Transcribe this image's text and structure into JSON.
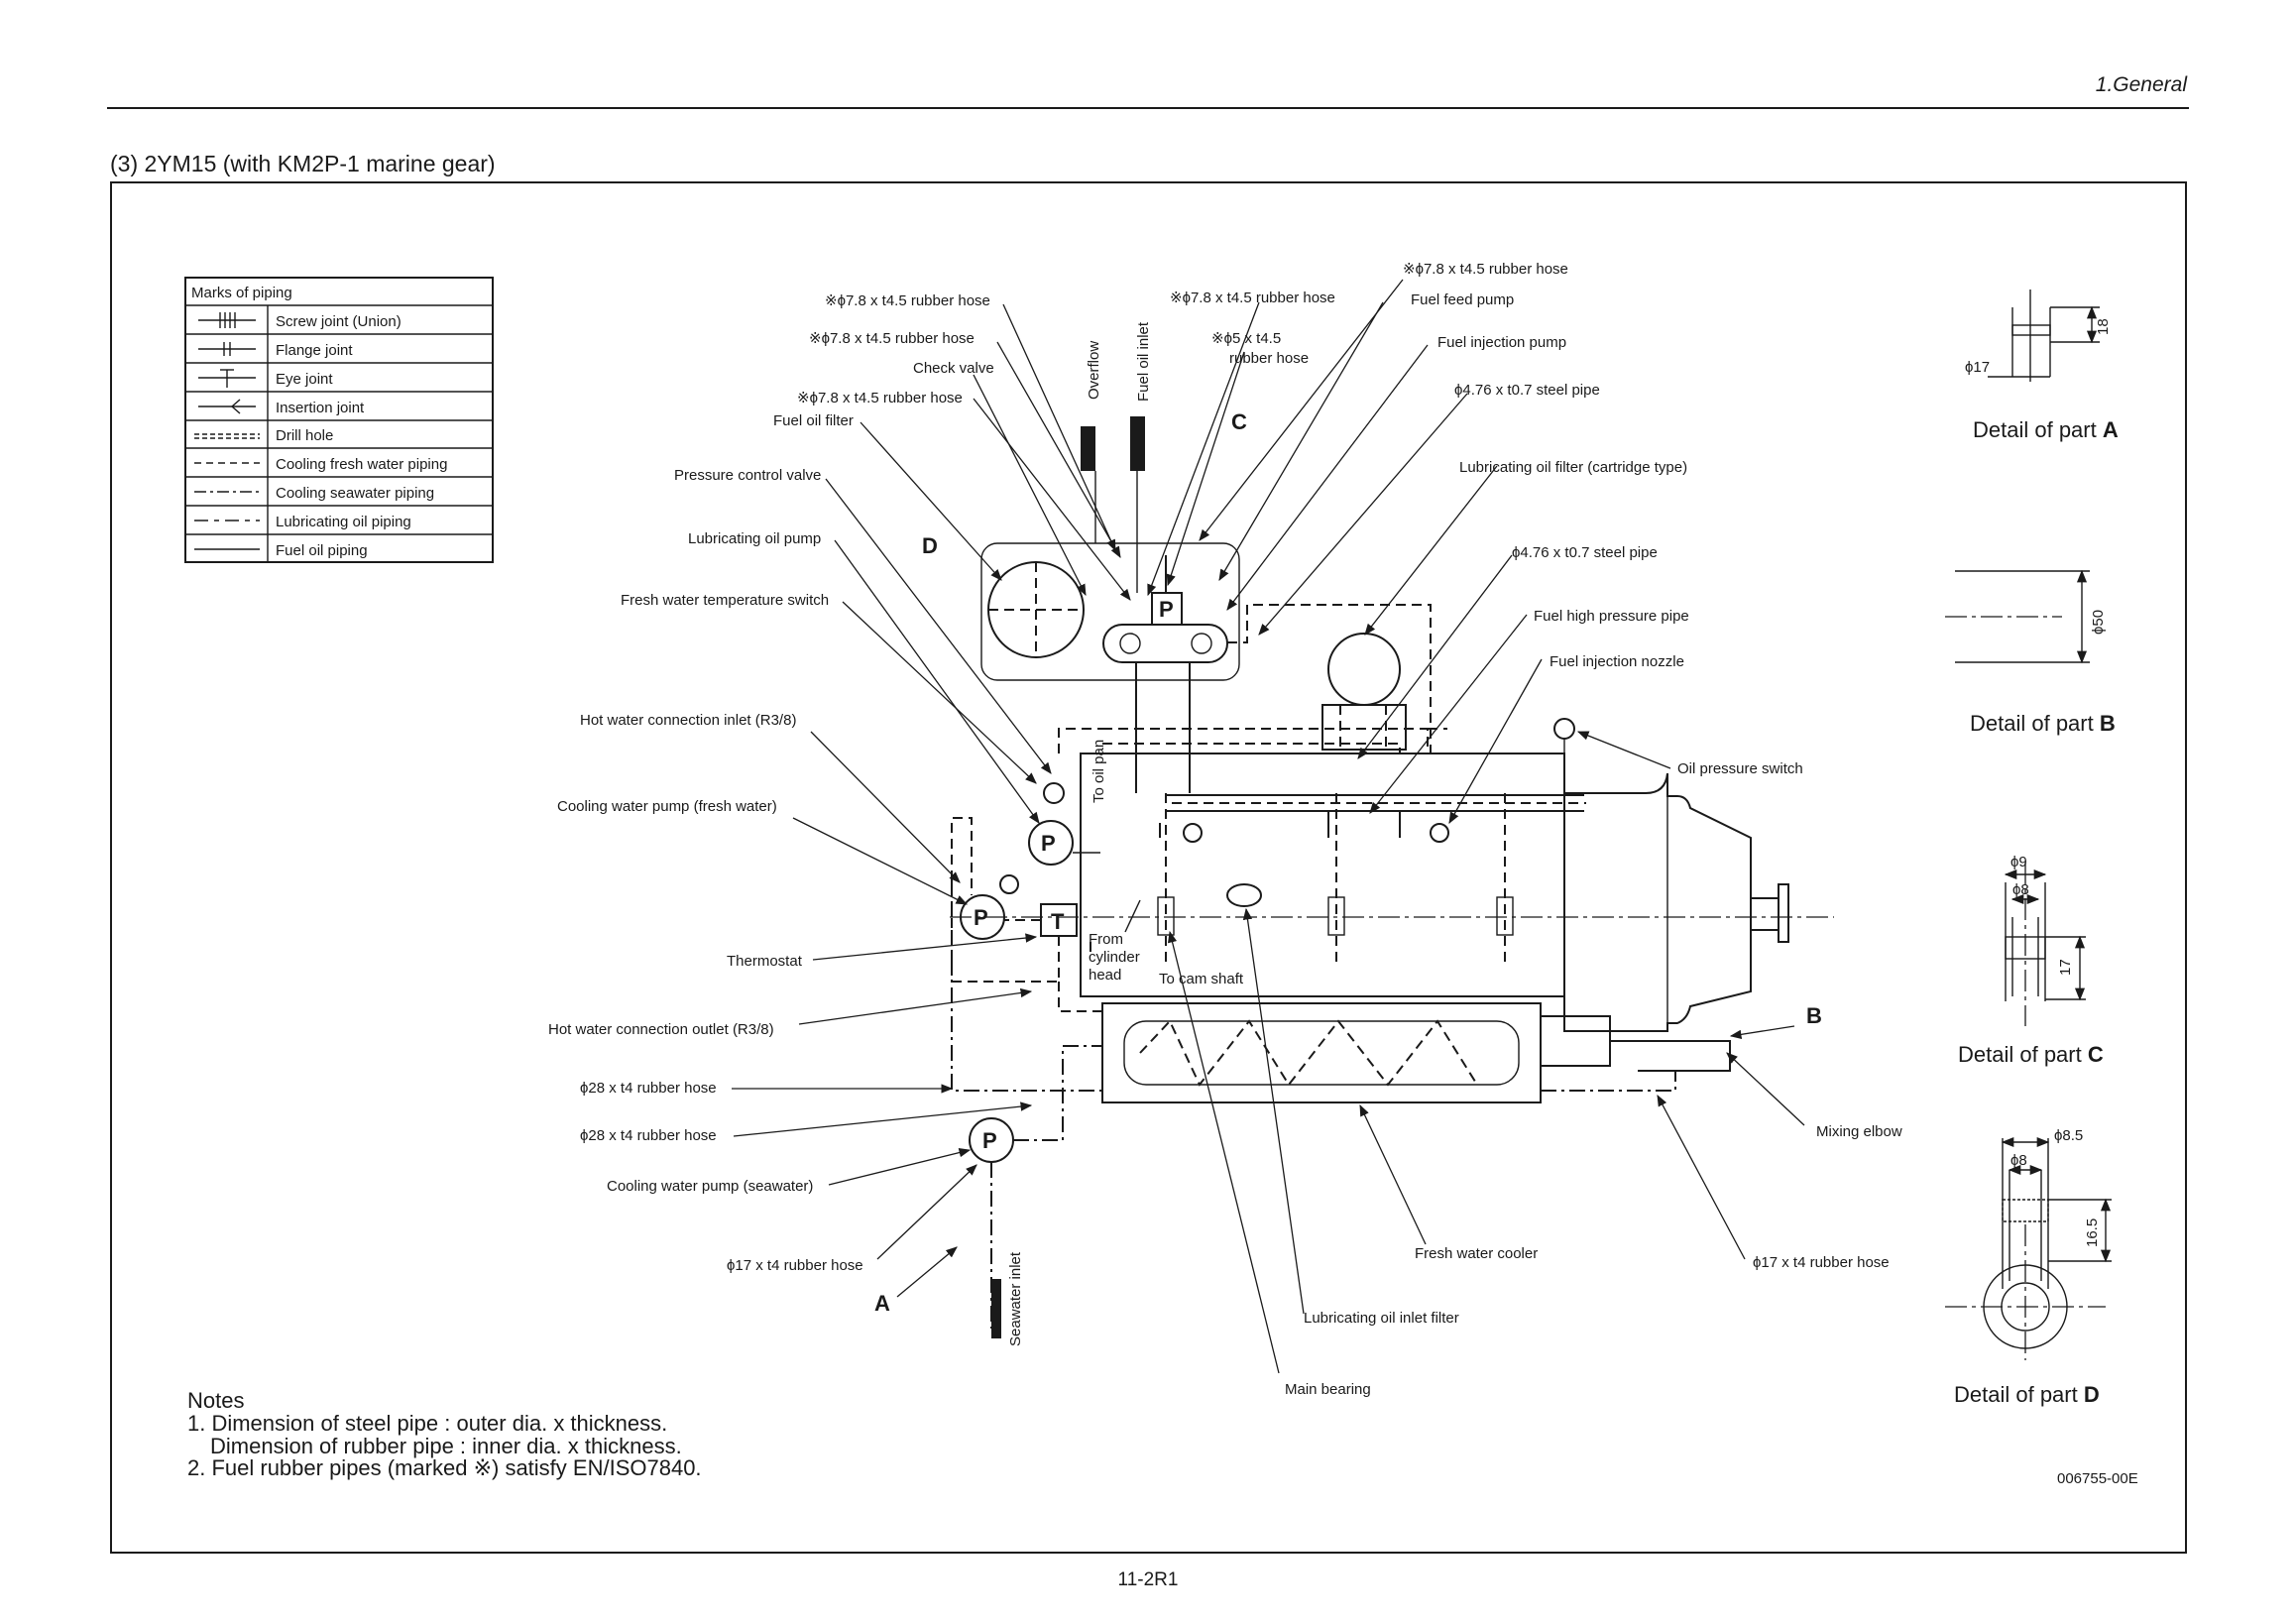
{
  "header": {
    "section": "1.General"
  },
  "caption": "(3)  2YM15 (with KM2P-1 marine gear)",
  "footer": {
    "page_number": "11-2R1"
  },
  "legend": {
    "title": "Marks of piping",
    "items": [
      {
        "mark": "screw-joint",
        "label": "Screw joint (Union)"
      },
      {
        "mark": "flange-joint",
        "label": "Flange joint"
      },
      {
        "mark": "eye-joint",
        "label": "Eye joint"
      },
      {
        "mark": "insertion-joint",
        "label": "Insertion joint"
      },
      {
        "mark": "drill-hole",
        "label": "Drill hole"
      },
      {
        "mark": "fresh-water-line",
        "label": "Cooling fresh water piping"
      },
      {
        "mark": "seawater-line",
        "label": "Cooling seawater piping"
      },
      {
        "mark": "lube-oil-line",
        "label": "Lubricating oil piping"
      },
      {
        "mark": "fuel-oil-line",
        "label": "Fuel oil piping"
      }
    ]
  },
  "callouts": {
    "rubber_hose_78_a": "※ϕ7.8 x t4.5 rubber hose",
    "rubber_hose_78_b": "※ϕ7.8 x t4.5 rubber hose",
    "rubber_hose_78_c": "※ϕ7.8 x t4.5 rubber hose",
    "rubber_hose_78_d": "※ϕ7.8 x t4.5 rubber hose",
    "rubber_hose_78_e": "※ϕ7.8 x t4.5 rubber hose",
    "rubber_hose_5_line1": "※ϕ5 x t4.5",
    "rubber_hose_5_line2": "rubber hose",
    "check_valve": "Check valve",
    "fuel_oil_filter": "Fuel oil filter",
    "pressure_control_valve": "Pressure control valve",
    "lubricating_oil_pump": "Lubricating oil pump",
    "fresh_water_temperature_switch": "Fresh water temperature switch",
    "hot_water_connection_inlet": "Hot water connection inlet (R3/8)",
    "cooling_water_pump_fresh": "Cooling water pump (fresh water)",
    "thermostat": "Thermostat",
    "hot_water_connection_outlet": "Hot water connection  outlet (R3/8)",
    "rubber_hose_28_a": "ϕ28 x t4 rubber hose",
    "rubber_hose_28_b": "ϕ28 x t4 rubber hose",
    "cooling_water_pump_seawater": "Cooling water pump (seawater)",
    "rubber_hose_17_a": "ϕ17 x t4 rubber hose",
    "rubber_hose_17_b": "ϕ17 x t4 rubber hose",
    "fuel_feed_pump": "Fuel feed pump",
    "fuel_injection_pump": "Fuel injection pump",
    "steel_pipe_476_a": "ϕ4.76 x t0.7 steel pipe",
    "steel_pipe_476_b": "ϕ4.76 x t0.7 steel pipe",
    "lubricating_oil_filter": "Lubricating oil filter (cartridge type)",
    "fuel_high_pressure_pipe": "Fuel high pressure pipe",
    "fuel_injection_nozzle": "Fuel injection nozzle",
    "oil_pressure_switch": "Oil pressure switch",
    "mixing_elbow": "Mixing elbow",
    "fresh_water_cooler": "Fresh water cooler",
    "lubricating_oil_inlet_filter": "Lubricating oil inlet filter",
    "main_bearing": "Main bearing"
  },
  "inline_labels": {
    "overflow": "Overflow",
    "fuel_oil_inlet": "Fuel oil inlet",
    "seawater_inlet": "Seawater inlet",
    "to_oil_pan": "To oil pan",
    "from_cylinder_head_1": "From",
    "from_cylinder_head_2": "cylinder",
    "from_cylinder_head_3": "head",
    "to_cam_shaft": "To cam shaft",
    "pump_symbol": "P",
    "thermostat_symbol": "T"
  },
  "part_letters": {
    "a": "A",
    "b": "B",
    "c": "C",
    "d": "D"
  },
  "details": {
    "a": {
      "prefix": "Detail of part ",
      "letter": "A",
      "dim_height": "18",
      "dim_dia": "ϕ17"
    },
    "b": {
      "prefix": "Detail of part ",
      "letter": "B",
      "dim_dia": "ϕ50"
    },
    "c": {
      "prefix": "Detail of part ",
      "letter": "C",
      "dim_outer": "ϕ9",
      "dim_inner": "ϕ8",
      "dim_height": "17"
    },
    "d": {
      "prefix": "Detail of part ",
      "letter": "D",
      "dim_outer": "ϕ8.5",
      "dim_inner": "ϕ8",
      "dim_height": "16.5"
    }
  },
  "notes": {
    "title": "Notes",
    "line1": "1. Dimension of steel pipe : outer dia. x thickness.",
    "line2": "Dimension of  rubber pipe : inner dia. x thickness.",
    "line3": "2. Fuel rubber pipes (marked ※) satisfy EN/ISO7840."
  },
  "drawing_code": "006755-00E"
}
